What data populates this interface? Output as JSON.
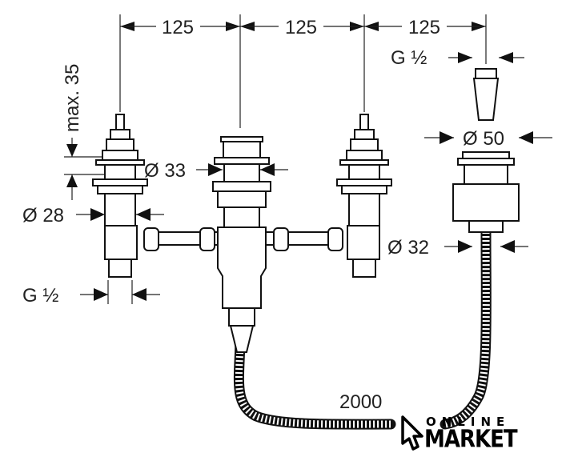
{
  "dimensions": {
    "spacing_1": "125",
    "spacing_2": "125",
    "spacing_3": "125",
    "thread_top": "G ½",
    "diameter_50": "Ø 50",
    "diameter_33": "Ø 33",
    "diameter_28": "Ø 28",
    "diameter_32": "Ø 32",
    "thread_bottom": "G ½",
    "max_height": "max. 35",
    "hose_length": "2000"
  },
  "logo": {
    "line1": "ONLINE",
    "line2": "MARKET"
  }
}
